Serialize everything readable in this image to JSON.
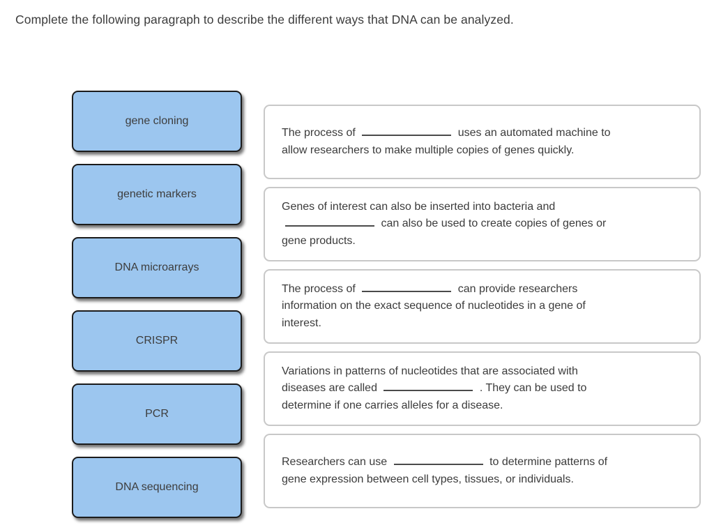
{
  "title": "Complete the following paragraph to describe the different ways that DNA can be analyzed.",
  "colors": {
    "tile_fill": "#9cc6ef",
    "tile_border": "#1b1b1b",
    "card_border": "#c8c8c8",
    "text": "#3b3b3b"
  },
  "tiles": [
    {
      "label": "gene cloning"
    },
    {
      "label": "genetic markers"
    },
    {
      "label": "DNA microarrays"
    },
    {
      "label": "CRISPR"
    },
    {
      "label": "PCR"
    },
    {
      "label": "DNA sequencing"
    }
  ],
  "statements": [
    {
      "text": "The process of {blank} uses an automated machine to\nallow researchers to make multiple copies of genes quickly."
    },
    {
      "text": "Genes of interest can also be inserted into bacteria and\n{blank} can also be used to create copies of genes or\ngene products."
    },
    {
      "text": "The process of {blank} can provide researchers\ninformation on the exact sequence of nucleotides in a gene of\ninterest."
    },
    {
      "text": "Variations in patterns of nucleotides that are associated with\ndiseases are called {blank} . They can be used to\ndetermine if one carries alleles for a disease."
    },
    {
      "text": "Researchers can use {blank} to determine patterns of\ngene expression between cell types, tissues, or individuals."
    }
  ]
}
